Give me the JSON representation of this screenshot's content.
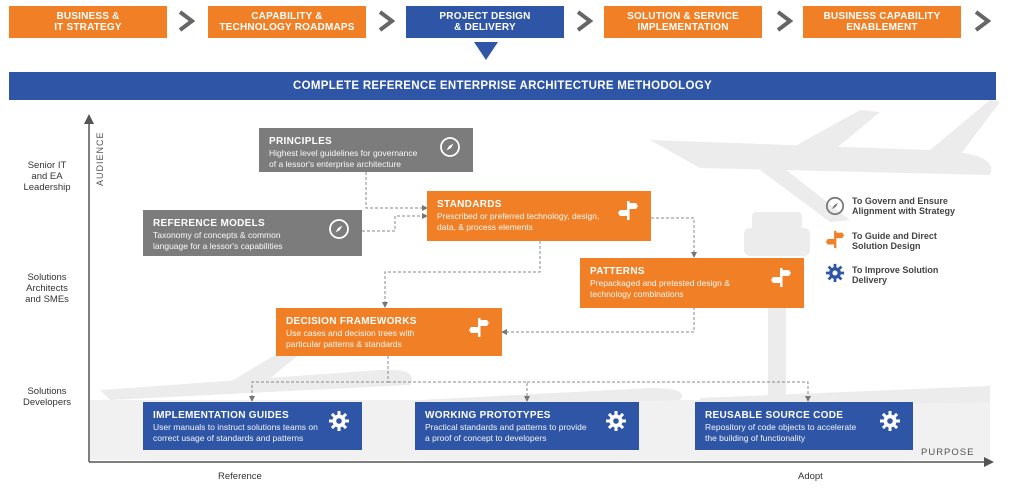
{
  "steps": [
    {
      "line1": "BUSINESS &",
      "line2": "IT STRATEGY"
    },
    {
      "line1": "CAPABILITY &",
      "line2": "TECHNOLOGY  ROADMAPS"
    },
    {
      "line1": "PROJECT DESIGN",
      "line2": "& DELIVERY"
    },
    {
      "line1": "SOLUTION & SERVICE",
      "line2": "IMPLEMENTATION"
    },
    {
      "line1": "BUSINESS  CAPABILITY",
      "line2": "ENABLEMENT"
    }
  ],
  "banner": "COMPLETE REFERENCE ENTERPRISE ARCHITECTURE METHODOLOGY",
  "axes": {
    "y_label": "AUDIENCE",
    "x_label": "PURPOSE",
    "x_left": "Reference",
    "x_right": "Adopt"
  },
  "audiences": {
    "senior": {
      "l1": "Senior IT",
      "l2": "and EA",
      "l3": "Leadership"
    },
    "architects": {
      "l1": "Solutions",
      "l2": "Architects",
      "l3": "and SMEs"
    },
    "developers": {
      "l1": "Solutions",
      "l2": "Developers"
    }
  },
  "boxes": {
    "principles": {
      "title": "PRINCIPLES",
      "d1": "Highest level guidelines for governance",
      "d2": "of a lessor's enterprise architecture"
    },
    "reference_models": {
      "title": "REFERENCE MODELS",
      "d1": "Taxonomy of concepts & common",
      "d2": "language for a lessor's capabilities"
    },
    "standards": {
      "title": "STANDARDS",
      "d1": "Prescribed or preferred technology, design,",
      "d2": "data, & process elements"
    },
    "patterns": {
      "title": "PATTERNS",
      "d1": "Prepackaged and pretested design &",
      "d2": "technology combinations"
    },
    "decision_frameworks": {
      "title": "DECISION FRAMEWORKS",
      "d1": "Use cases and decision trees with",
      "d2": "particular patterns & standards"
    },
    "implementation_guides": {
      "title": "IMPLEMENTATION GUIDES",
      "d1": "User manuals to instruct solutions teams on",
      "d2": "correct usage of standards and patterns"
    },
    "working_prototypes": {
      "title": "WORKING PROTOTYPES",
      "d1": "Practical standards and patterns to provide",
      "d2": "a proof of concept to developers"
    },
    "reusable_source_code": {
      "title": "REUSABLE SOURCE CODE",
      "d1": "Repository of code objects to accelerate",
      "d2": "the building of functionality"
    }
  },
  "legend": [
    {
      "icon": "compass-icon",
      "l1": "To Govern and Ensure",
      "l2": "Alignment with Strategy"
    },
    {
      "icon": "signpost-icon",
      "l1": "To Guide and Direct",
      "l2": "Solution Design"
    },
    {
      "icon": "gear-icon",
      "l1": "To Improve Solution",
      "l2": "Delivery"
    }
  ],
  "colors": {
    "orange": "#f07f26",
    "blue": "#2e55a6",
    "grey": "#7c7c7c"
  }
}
